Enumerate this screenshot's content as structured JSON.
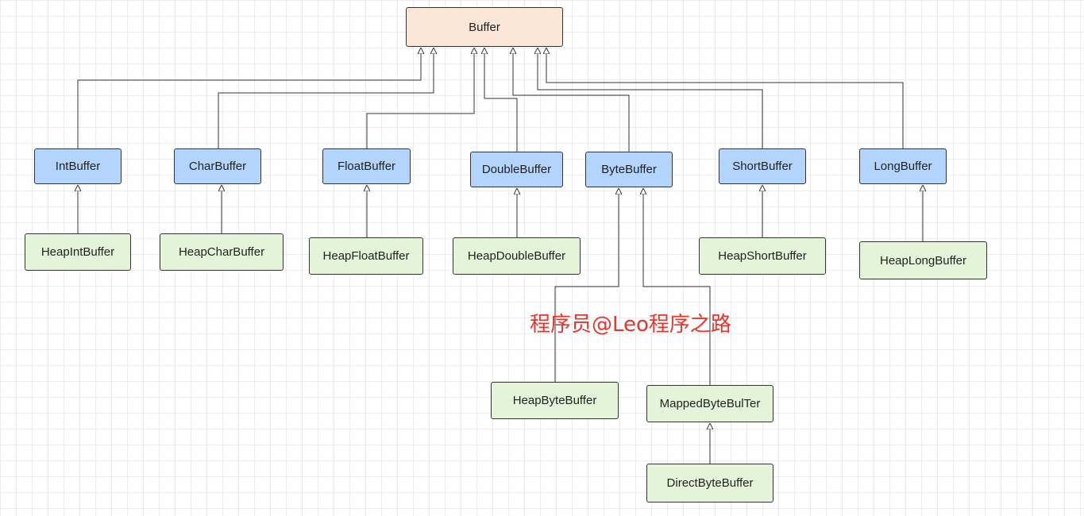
{
  "diagram": {
    "root": {
      "label": "Buffer"
    },
    "types": [
      {
        "label": "IntBuffer"
      },
      {
        "label": "CharBuffer"
      },
      {
        "label": "FloatBuffer"
      },
      {
        "label": "DoubleBuffer"
      },
      {
        "label": "ByteBuffer"
      },
      {
        "label": "ShortBuffer"
      },
      {
        "label": "LongBuffer"
      }
    ],
    "implementations": [
      {
        "label": "HeapIntBuffer",
        "parent": "IntBuffer"
      },
      {
        "label": "HeapCharBuffer",
        "parent": "CharBuffer"
      },
      {
        "label": "HeapFloatBuffer",
        "parent": "FloatBuffer"
      },
      {
        "label": "HeapDoubleBuffer",
        "parent": "DoubleBuffer"
      },
      {
        "label": "HeapShortBuffer",
        "parent": "ShortBuffer"
      },
      {
        "label": "HeapLongBuffer",
        "parent": "LongBuffer"
      },
      {
        "label": "HeapByteBuffer",
        "parent": "ByteBuffer"
      },
      {
        "label": "MappedByteBulTer",
        "parent": "ByteBuffer"
      },
      {
        "label": "DirectByteBuffer",
        "parent": "MappedByteBulTer"
      }
    ],
    "colors": {
      "root_fill": "#fbe6d8",
      "type_fill": "#b3d5fd",
      "impl_fill": "#e3f4d9",
      "edge": "#333333",
      "watermark": "#e8352c"
    }
  },
  "watermark": {
    "text": "程序员@Leo程序之路"
  }
}
